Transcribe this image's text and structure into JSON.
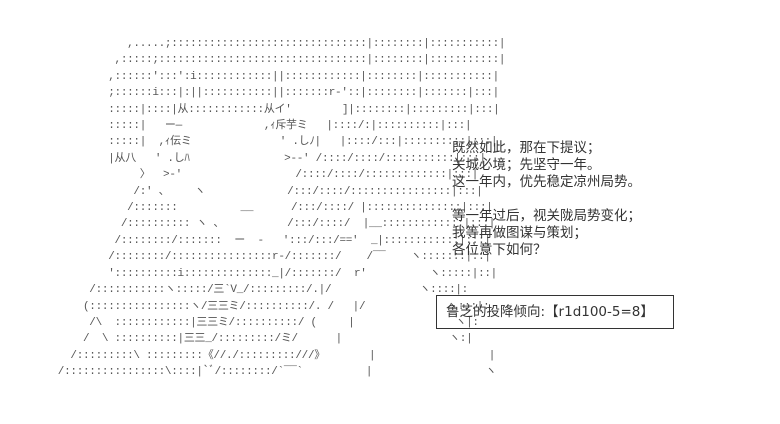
{
  "art": {
    "lines": [
      "                 ,.....;:::::::::::::::::::::::::::::::|::::::::|:::::::::::|",
      "               ,:::::;:::::::::::::::::::::::::::::::::|::::::::|:::::::::::|",
      "              ,::::::':::':i::::::::::::||::::::::::::|::::::::|:::::::::::|",
      "              ;::::::i:::|:||:::::::::::||:::::::r-'::|::::::::|:::::::|:::|",
      "              :::::|::::|从::::::::::::从イ'        ]|::::::::|:::::::::|:::|",
      "              :::::|   ー―             ,ｨ斥芋ミ   |::::/:|::::::::::|:::|",
      "              :::::|  ,ｨ伝ミ              ' .しﾉ|   |::::/:::|::::::::::|:::|",
      "              |从八   ' .しﾊ               >-‐' /::::/::::/:::::::::::|:::|",
      "                   〉  >-'                  /::::/::::/:::::::::::::|:::|",
      "                  /:' 、    ヽ             /:::/::::/::::::::::::::::|:::|",
      "                 /:::::::          __      /:::/::::/ |:::::::::::::::|:::|",
      "                /:::::::::: ヽ 、          /:::/::::/  |__:::::::::::::|:::|",
      "               /::::::::/:::::::  ー  -   ':::/:::/=='  _|::::::::::::|:::|",
      "              /::::::::/::::::::::::::::r-/:::::::/    /‾‾    ヽ:::::::|::|",
      "              '::::::::::i::::::::::::::_|/:::::::/  r'          ヽ:::::|::|",
      "           /:::::::::::ヽ:::::/三`V_/:::::::::/.|/              ヽ::::|:",
      "          (::::::::::::::::ヽ/三三ミ/::::::::::/. /   |/             ヽ:::|:",
      "           /\\  ::::::::::::|三三ミ/::::::::::/ (     |                ヽ|:",
      "          /  \\ ::::::::::|三三_/:::::::::/ミ/      |                 ヽ:|",
      "        /:::::::::\\ :::::::::《//./:::::::::///》       |                  |",
      "      /::::::::::::::::\\::::|`ﾞ/::::::::/`‾‾`          |                  ヽ"
    ]
  },
  "speech": {
    "lines": [
      "既然如此，那在下提议；",
      "关城必境；先坚守一年。",
      "这一年内，优先稳定凉州局势。",
      "",
      "等一年过后，视关陇局势变化；",
      "我等再做图谋与策划；",
      "各位意下如何？"
    ]
  },
  "dice": {
    "label": "鲁芝的投降倾向:【r1d100-5=8】"
  }
}
